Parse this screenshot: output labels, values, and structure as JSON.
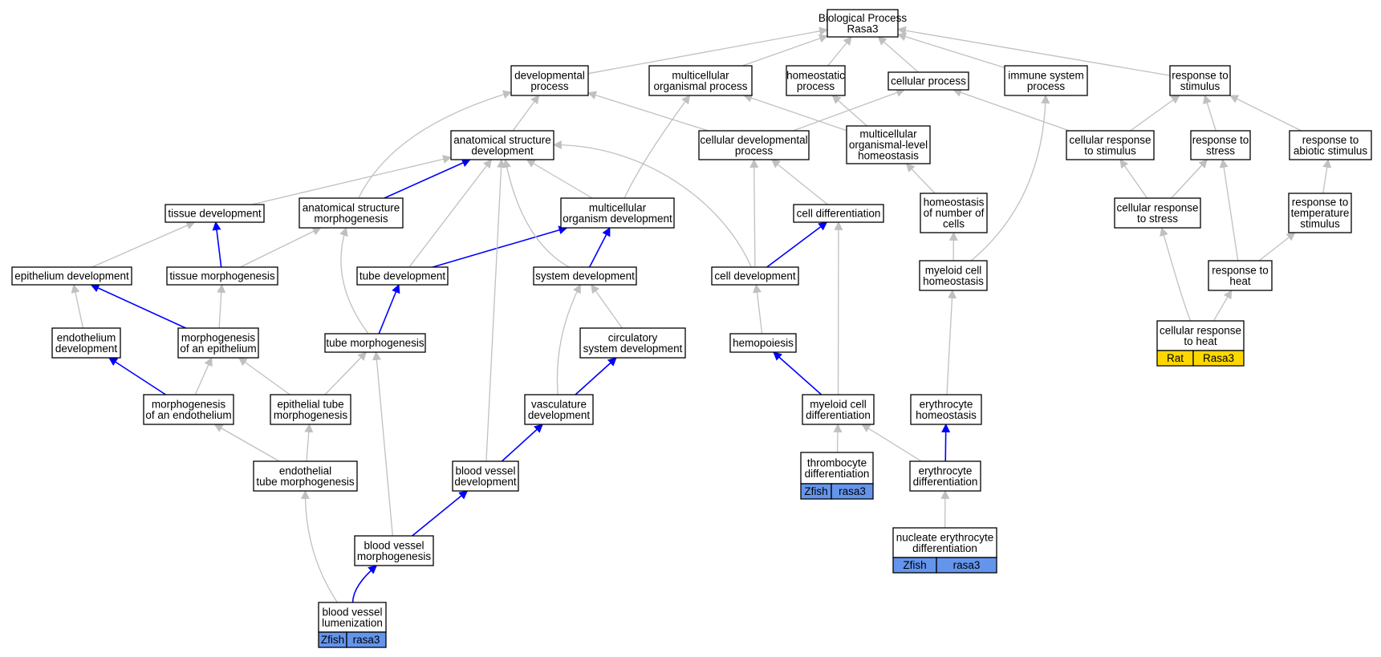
{
  "colors": {
    "gray_edge": "#c0c0c0",
    "blue_edge": "#0000ff",
    "zfish": "#6495ed",
    "rat": "#ffd700"
  },
  "nodes": {
    "bp": {
      "lines": [
        "Biological Process",
        "Rasa3"
      ]
    },
    "dev_proc": {
      "lines": [
        "developmental",
        "process"
      ]
    },
    "mc_org_proc": {
      "lines": [
        "multicellular",
        "organismal process"
      ]
    },
    "homeo_proc": {
      "lines": [
        "homeostatic",
        "process"
      ]
    },
    "cell_proc": {
      "lines": [
        "cellular process"
      ]
    },
    "immune": {
      "lines": [
        "immune system",
        "process"
      ]
    },
    "resp_stim": {
      "lines": [
        "response to",
        "stimulus"
      ]
    },
    "anat_dev": {
      "lines": [
        "anatomical structure",
        "development"
      ]
    },
    "cell_dev_proc": {
      "lines": [
        "cellular developmental",
        "process"
      ]
    },
    "mc_homeo": {
      "lines": [
        "multicellular",
        "organismal-level",
        "homeostasis"
      ]
    },
    "cell_resp_stim": {
      "lines": [
        "cellular response",
        "to stimulus"
      ]
    },
    "resp_stress": {
      "lines": [
        "response to",
        "stress"
      ]
    },
    "resp_abiotic": {
      "lines": [
        "response to",
        "abiotic stimulus"
      ]
    },
    "tissue_dev": {
      "lines": [
        "tissue development"
      ]
    },
    "anat_morph": {
      "lines": [
        "anatomical structure",
        "morphogenesis"
      ]
    },
    "mc_org_dev": {
      "lines": [
        "multicellular",
        "organism development"
      ]
    },
    "cell_diff": {
      "lines": [
        "cell differentiation"
      ]
    },
    "homeo_num": {
      "lines": [
        "homeostasis",
        "of number of",
        "cells"
      ]
    },
    "cell_resp_stress": {
      "lines": [
        "cellular response",
        "to stress"
      ]
    },
    "resp_temp": {
      "lines": [
        "response to",
        "temperature",
        "stimulus"
      ]
    },
    "epi_dev": {
      "lines": [
        "epithelium development"
      ]
    },
    "tissue_morph": {
      "lines": [
        "tissue morphogenesis"
      ]
    },
    "tube_dev": {
      "lines": [
        "tube development"
      ]
    },
    "sys_dev": {
      "lines": [
        "system development"
      ]
    },
    "cell_devel": {
      "lines": [
        "cell development"
      ]
    },
    "myeloid_homeo": {
      "lines": [
        "myeloid cell",
        "homeostasis"
      ]
    },
    "resp_heat": {
      "lines": [
        "response to",
        "heat"
      ]
    },
    "endo_dev": {
      "lines": [
        "endothelium",
        "development"
      ]
    },
    "morph_epi": {
      "lines": [
        "morphogenesis",
        "of an epithelium"
      ]
    },
    "tube_morph": {
      "lines": [
        "tube morphogenesis"
      ]
    },
    "circ_dev": {
      "lines": [
        "circulatory",
        "system development"
      ]
    },
    "hemopoiesis": {
      "lines": [
        "hemopoiesis"
      ]
    },
    "cell_resp_heat": {
      "lines": [
        "cellular response",
        "to heat"
      ],
      "annot": [
        "Rat",
        "Rasa3"
      ]
    },
    "morph_endo": {
      "lines": [
        "morphogenesis",
        "of an endothelium"
      ]
    },
    "epi_tube_morph": {
      "lines": [
        "epithelial tube",
        "morphogenesis"
      ]
    },
    "vasc_dev": {
      "lines": [
        "vasculature",
        "development"
      ]
    },
    "myeloid_diff": {
      "lines": [
        "myeloid cell",
        "differentiation"
      ]
    },
    "ery_homeo": {
      "lines": [
        "erythrocyte",
        "homeostasis"
      ]
    },
    "endo_tube_morph": {
      "lines": [
        "endothelial",
        "tube morphogenesis"
      ]
    },
    "bv_dev": {
      "lines": [
        "blood vessel",
        "development"
      ]
    },
    "thrombo_diff": {
      "lines": [
        "thrombocyte",
        "differentiation"
      ],
      "annot": [
        "Zfish",
        "rasa3"
      ]
    },
    "ery_diff": {
      "lines": [
        "erythrocyte",
        "differentiation"
      ]
    },
    "bv_morph": {
      "lines": [
        "blood vessel",
        "morphogenesis"
      ]
    },
    "nuc_ery_diff": {
      "lines": [
        "nucleate erythrocyte",
        "differentiation"
      ],
      "annot": [
        "Zfish",
        "rasa3"
      ]
    },
    "bv_lumen": {
      "lines": [
        "blood vessel",
        "lumenization"
      ],
      "annot": [
        "Zfish",
        "rasa3"
      ]
    }
  }
}
